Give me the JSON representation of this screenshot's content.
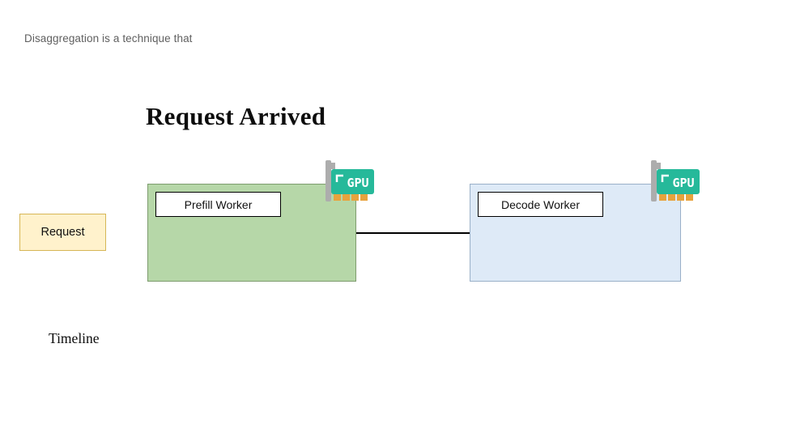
{
  "header": {
    "note": "Disaggregation is a technique that",
    "title": "Request Arrived"
  },
  "request": {
    "label": "Request"
  },
  "workers": {
    "prefill": {
      "label": "Prefill Worker"
    },
    "decode": {
      "label": "Decode Worker"
    }
  },
  "gpu": {
    "label": "GPU"
  },
  "timeline": {
    "label": "Timeline"
  },
  "colors": {
    "request_fill": "#FFF2CC",
    "request_border": "#D6B656",
    "prefill_fill": "#B6D7A8",
    "decode_fill": "#DEEAF7",
    "gpu_body": "#26B99A",
    "gpu_pins": "#E8A33D",
    "gpu_bracket": "#ADADAD",
    "connector": "#000000"
  }
}
